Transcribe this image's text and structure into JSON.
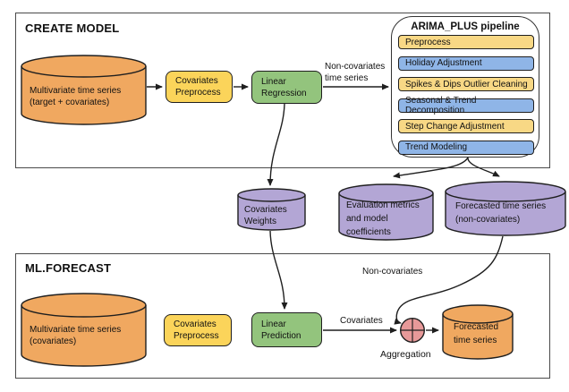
{
  "colors": {
    "orange": "#F0A860",
    "yellow": "#FBD45A",
    "green": "#93C47D",
    "purple": "#B3A6D5",
    "blue_step": "#8FB5E7",
    "yellow_step": "#F8D885",
    "pink_aggregation": "#E79999",
    "stroke": "#1F1F1F",
    "frame_border": "#4A4A4A"
  },
  "create_model": {
    "title": "CREATE MODEL",
    "source_label": "Multivariate time series\n(target + covariates)",
    "preprocess_label": "Covariates\nPreprocess",
    "regression_label": "Linear\nRegression",
    "edge_label": "Non-covariates\ntime series",
    "pipeline": {
      "title": "ARIMA_PLUS pipeline",
      "steps": [
        {
          "label": "Preprocess",
          "color": "yellow"
        },
        {
          "label": "Holiday Adjustment",
          "color": "blue"
        },
        {
          "label": "Spikes & Dips Outlier Cleaning",
          "color": "yellow"
        },
        {
          "label": "Seasonal & Trend Decomposition",
          "color": "blue"
        },
        {
          "label": "Step Change Adjustment",
          "color": "yellow"
        },
        {
          "label": "Trend Modeling",
          "color": "blue"
        }
      ]
    }
  },
  "artifacts": {
    "covariates_weights_label": "Covariates\nWeights",
    "evaluation_label": "Evaluation metrics\nand model\ncoefficients",
    "forecast_noncov_label": "Forecasted time series\n(non-covariates)"
  },
  "ml_forecast": {
    "title": "ML.FORECAST",
    "source_label": "Multivariate time series\n(covariates)",
    "preprocess_label": "Covariates\nPreprocess",
    "prediction_label": "Linear\nPrediction",
    "covariates_edge_label": "Covariates",
    "noncovariates_edge_label": "Non-covariates",
    "aggregation_label": "Aggregation",
    "output_label": "Forecasted\ntime series"
  }
}
